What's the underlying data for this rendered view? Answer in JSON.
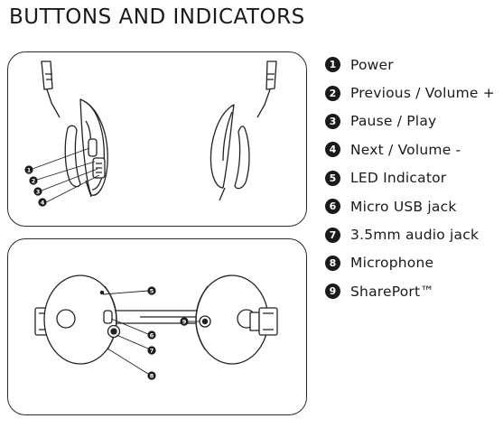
{
  "title": "BUTTONS AND INDICATORS",
  "legend": [
    {
      "number": "1",
      "label": "Power"
    },
    {
      "number": "2",
      "label": "Previous / Volume +"
    },
    {
      "number": "3",
      "label": "Pause / Play"
    },
    {
      "number": "4",
      "label": "Next / Volume -"
    },
    {
      "number": "5",
      "label": "LED Indicator"
    },
    {
      "number": "6",
      "label": "Micro USB jack"
    },
    {
      "number": "7",
      "label": "3.5mm audio jack"
    },
    {
      "number": "8",
      "label": "Microphone"
    },
    {
      "number": "9",
      "label": "SharePort™"
    }
  ],
  "callouts_side": [
    "1",
    "2",
    "3",
    "4"
  ],
  "callouts_front": [
    "5",
    "6",
    "7",
    "8",
    "9"
  ]
}
